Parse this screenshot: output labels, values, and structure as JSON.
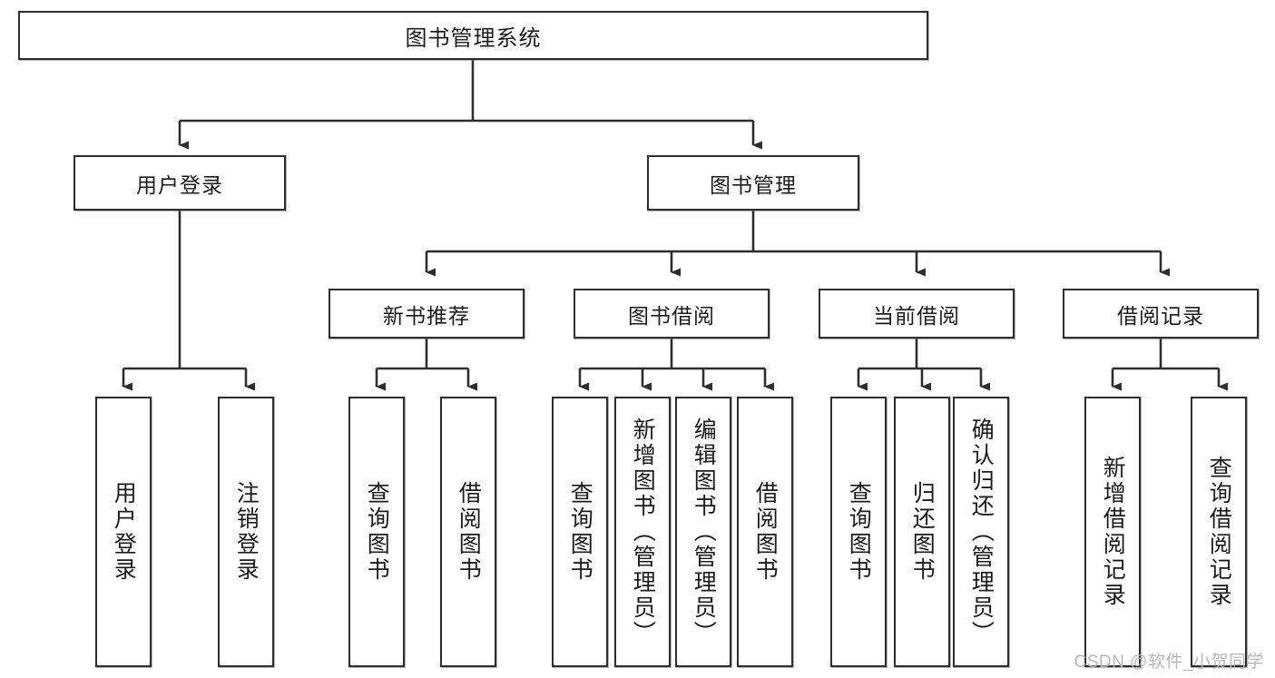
{
  "diagram": {
    "title": "图书管理系统",
    "type": "tree-hierarchy",
    "watermark": "CSDN @软件_小贺同学",
    "colors": {
      "box_border": "#2e2e2e",
      "box_fill": "#ffffff",
      "text": "#1c1c1c",
      "connector": "#2e2e2e",
      "watermark": "#b8b8b8"
    },
    "root": {
      "label": "图书管理系统"
    },
    "level2": [
      {
        "label": "用户登录"
      },
      {
        "label": "图书管理"
      }
    ],
    "level3": [
      {
        "label": "新书推荐"
      },
      {
        "label": "图书借阅"
      },
      {
        "label": "当前借阅"
      },
      {
        "label": "借阅记录"
      }
    ],
    "leaves": {
      "user_login": [
        {
          "label": "用户登录"
        },
        {
          "label": "注销登录"
        }
      ],
      "new_book_recommend": [
        {
          "label": "查询图书"
        },
        {
          "label": "借阅图书"
        }
      ],
      "book_borrow": [
        {
          "label": "查询图书"
        },
        {
          "label": "新增图书（管理员）"
        },
        {
          "label": "编辑图书（管理员）"
        },
        {
          "label": "借阅图书"
        }
      ],
      "current_borrow": [
        {
          "label": "查询图书"
        },
        {
          "label": "归还图书"
        },
        {
          "label": "确认归还（管理员）"
        }
      ],
      "borrow_record": [
        {
          "label": "新增借阅记录"
        },
        {
          "label": "查询借阅记录"
        }
      ]
    }
  }
}
